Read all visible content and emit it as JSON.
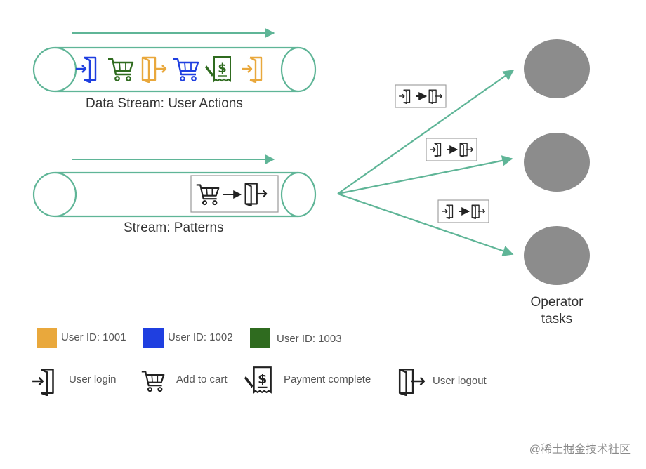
{
  "colors": {
    "teal": "#5fb597",
    "operator": "#8c8c8c",
    "user_1001": "#e9a83c",
    "user_1002": "#1f3fe0",
    "user_1003": "#2f6b1f"
  },
  "stream_actions": {
    "label": "Data Stream: User Actions",
    "events": [
      {
        "icon": "login-icon",
        "user": "1002"
      },
      {
        "icon": "cart-icon",
        "user": "1003"
      },
      {
        "icon": "logout-icon",
        "user": "1001"
      },
      {
        "icon": "cart-icon",
        "user": "1002"
      },
      {
        "icon": "payment-icon",
        "user": "1003"
      },
      {
        "icon": "login-icon",
        "user": "1001"
      }
    ]
  },
  "stream_patterns": {
    "label": "Stream: Patterns",
    "pattern": [
      "cart-icon",
      "logout-icon"
    ]
  },
  "operator": {
    "label_line1": "Operator",
    "label_line2": "tasks",
    "task_patterns": [
      [
        "login-icon",
        "logout-icon"
      ],
      [
        "login-icon",
        "logout-icon"
      ],
      [
        "login-icon",
        "logout-icon"
      ]
    ]
  },
  "legend": {
    "users": [
      {
        "label": "User ID: 1001",
        "color": "#e9a83c"
      },
      {
        "label": "User ID: 1002",
        "color": "#1f3fe0"
      },
      {
        "label": "User ID: 1003",
        "color": "#2f6b1f"
      }
    ],
    "actions": [
      {
        "label": "User login",
        "icon": "login-icon"
      },
      {
        "label": "Add to cart",
        "icon": "cart-icon"
      },
      {
        "label": "Payment complete",
        "icon": "payment-icon"
      },
      {
        "label": "User logout",
        "icon": "logout-icon"
      }
    ]
  },
  "watermark": "@稀土掘金技术社区"
}
